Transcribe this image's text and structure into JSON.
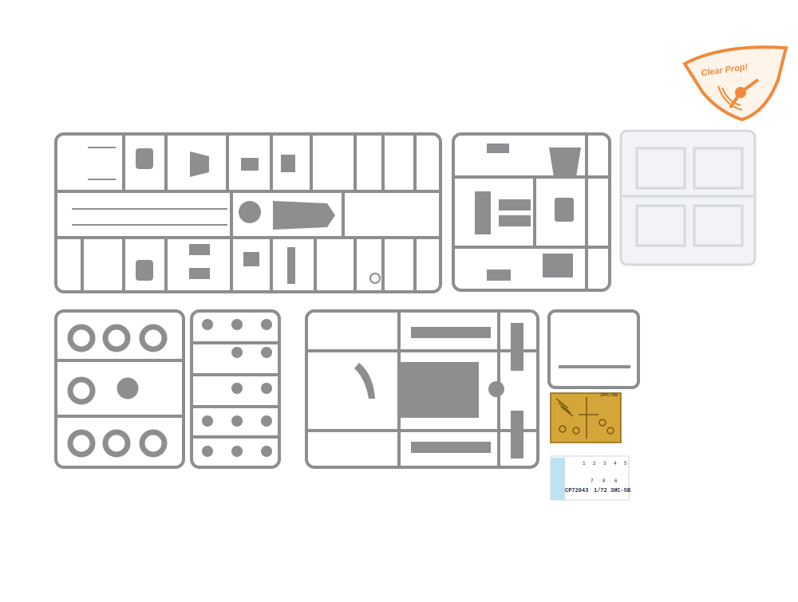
{
  "logo": {
    "brand": "Clear Prop!",
    "accent": "#f08a3c"
  },
  "sprue_color": "#8c8e90",
  "clear_sprue_color": "#e3e6ea",
  "photoetch_color": "#d4a63a",
  "decals": {
    "code": "CP72043",
    "scale_label": "1/72 ЗИС-5В",
    "numbers": [
      "1",
      "2",
      "3",
      "4",
      "5",
      "6",
      "7",
      "8"
    ],
    "pe_label": "ЗИС-5В"
  }
}
